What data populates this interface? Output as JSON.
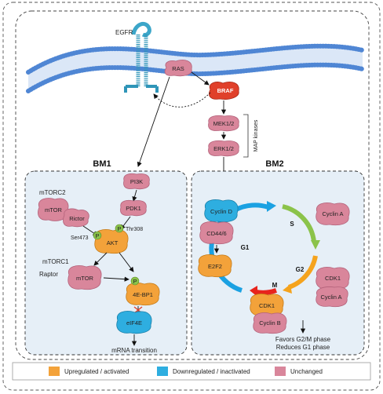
{
  "colors": {
    "upregulated": "#f3a23a",
    "downregulated": "#2eaee0",
    "unchanged": "#d9869b",
    "braf": "#e0402a",
    "panel_fill": "#e6eff7",
    "membrane": "#5b8fd6",
    "cycle_green": "#8bc34a",
    "cycle_orange": "#f5a31d",
    "cycle_red": "#e8241d",
    "cycle_blue": "#1ba1e2"
  },
  "membrane": {
    "egfr": "EGFR",
    "ras": "RAS"
  },
  "map_kinases": {
    "braf": "BRAF",
    "mek": "MEK1/2",
    "erk": "ERK1/2",
    "bracket_label": "MAP kinases"
  },
  "bm1": {
    "title": "BM1",
    "pi3k": "PI3K",
    "pdk1": "PDK1",
    "mtorc2": "mTORC2",
    "mtor_c2": "mTOR",
    "rictor": "Rictor",
    "ser473": "Ser473",
    "thr308": "Thr308",
    "p": "P",
    "akt": "AKT",
    "mtorc1": "mTORC1",
    "raptor": "Raptor",
    "mtor_c1": "mTOR",
    "ebp1": "4E-BP1",
    "eif4e": "eIF4E",
    "output": "mRNA transition"
  },
  "bm2": {
    "title": "BM2",
    "cyclin_d": "Cyclin D",
    "cd44": "CD44/6",
    "e2f2": "E2F2",
    "cyclin_a_top": "Cyclin A",
    "cdk1_right": "CDK1",
    "cyclin_a_right": "Cyclin A",
    "cdk1_center": "CDK1",
    "cyclin_b": "Cyclin B",
    "phase_g1": "G1",
    "phase_s": "S",
    "phase_g2": "G2",
    "phase_m": "M",
    "output_line1": "Favors G2/M phase",
    "output_line2": "Reduces G1 phase"
  },
  "legend": {
    "items": [
      {
        "label": "Upregulated / activated",
        "color": "#f3a23a"
      },
      {
        "label": "Downregulated / inactivated",
        "color": "#2eaee0"
      },
      {
        "label": "Unchanged",
        "color": "#d9869b"
      }
    ]
  }
}
